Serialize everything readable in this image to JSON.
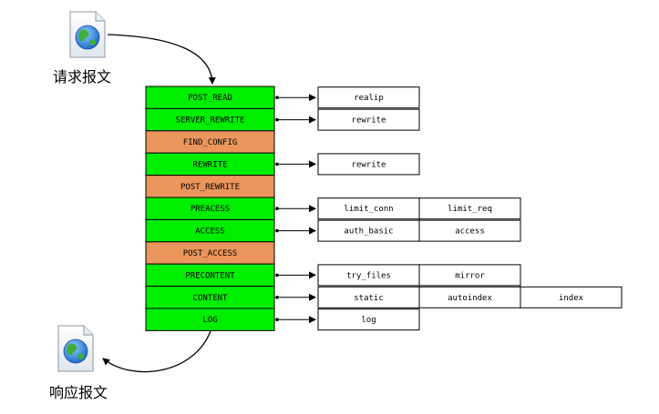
{
  "labels": {
    "request": "请求报文",
    "response": "响应报文"
  },
  "icons": {
    "request_icon": "globe-document-icon",
    "response_icon": "globe-document-icon"
  },
  "colors": {
    "phase_with_modules": "#00ee00",
    "phase_no_modules": "#eb965c",
    "module_box": "#ffffff",
    "line": "#000000"
  },
  "phases": [
    {
      "name": "POST_READ",
      "has_modules": true,
      "modules": [
        "realip"
      ]
    },
    {
      "name": "SERVER_REWRITE",
      "has_modules": true,
      "modules": [
        "rewrite"
      ]
    },
    {
      "name": "FIND_CONFIG",
      "has_modules": false,
      "modules": []
    },
    {
      "name": "REWRITE",
      "has_modules": true,
      "modules": [
        "rewrite"
      ]
    },
    {
      "name": "POST_REWRITE",
      "has_modules": false,
      "modules": []
    },
    {
      "name": "PREACESS",
      "has_modules": true,
      "modules": [
        "limit_conn",
        "limit_req"
      ]
    },
    {
      "name": "ACCESS",
      "has_modules": true,
      "modules": [
        "auth_basic",
        "access"
      ]
    },
    {
      "name": "POST_ACCESS",
      "has_modules": false,
      "modules": []
    },
    {
      "name": "PRECONTENT",
      "has_modules": true,
      "modules": [
        "try_files",
        "mirror"
      ]
    },
    {
      "name": "CONTENT",
      "has_modules": true,
      "modules": [
        "static",
        "autoindex",
        "index"
      ]
    },
    {
      "name": "LOG",
      "has_modules": true,
      "modules": [
        "log"
      ]
    }
  ]
}
